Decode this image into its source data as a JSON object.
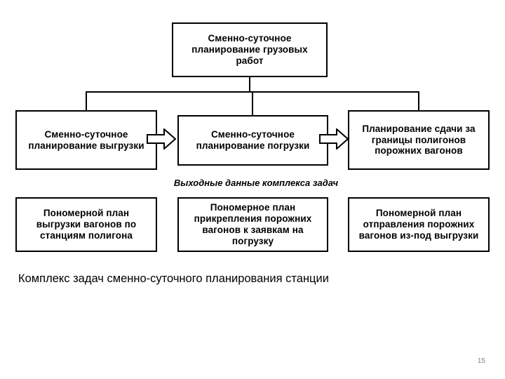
{
  "slide": {
    "title": "Комплекс задач сменно-суточного планирования станции",
    "page_number": "15",
    "mid_caption": "Выходные данные комплекса задач"
  },
  "diagram": {
    "top_box": "Сменно-суточное планирование грузовых работ",
    "middle_boxes": [
      "Сменно-суточное планирование выгрузки",
      "Сменно-суточное планирование погрузки",
      "Планирование сдачи за границы полигонов порожних вагонов"
    ],
    "bottom_boxes": [
      "Пономерной план выгрузки вагонов по станциям полигона",
      "Пономерное план прикрепления порожних вагонов к заявкам на погрузку",
      "Пономерной план отправления порожних вагонов  из-под выгрузки"
    ],
    "arrows": [
      "block-arrow-right",
      "block-arrow-right"
    ],
    "colors": {
      "stroke": "#000000",
      "fill": "#ffffff",
      "text": "#000000",
      "page_number": "#808080"
    }
  }
}
